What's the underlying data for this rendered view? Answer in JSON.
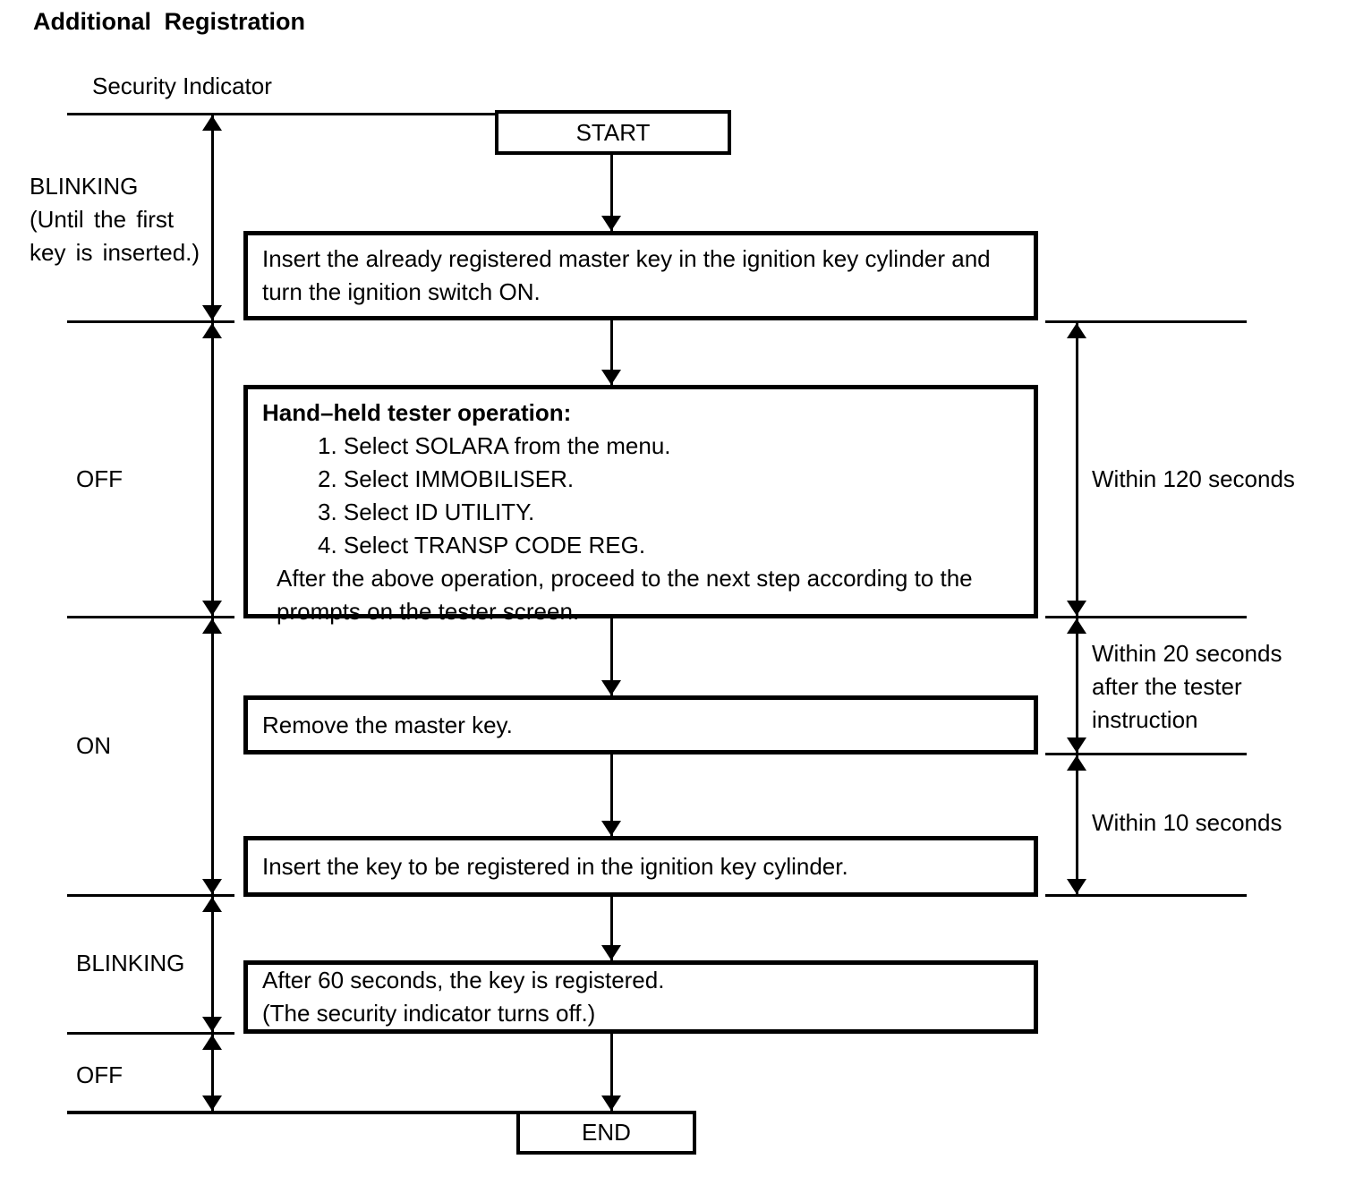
{
  "title": "Additional Registration",
  "timeline": {
    "axis_label": "Security Indicator",
    "states": [
      {
        "lines": [
          "BLINKING",
          "(Until the first",
          "key is inserted.)"
        ]
      },
      {
        "lines": [
          "OFF"
        ]
      },
      {
        "lines": [
          "ON"
        ]
      },
      {
        "lines": [
          "BLINKING"
        ]
      },
      {
        "lines": [
          "OFF"
        ]
      }
    ]
  },
  "flow": {
    "start": "START",
    "steps": [
      {
        "lines": [
          "Insert the already registered master key in the ignition key cylinder and",
          "turn the ignition switch ON."
        ]
      },
      {
        "heading": "Hand–held tester operation:",
        "items": [
          "1. Select SOLARA from the menu.",
          "2. Select IMMOBILISER.",
          "3. Select ID UTILITY.",
          "4. Select TRANSP CODE REG."
        ],
        "footer": [
          "After the above operation, proceed to the next step according to the",
          "prompts on the tester screen."
        ]
      },
      {
        "lines": [
          "Remove the master key."
        ]
      },
      {
        "lines": [
          "Insert the key to be registered in the ignition key cylinder."
        ]
      },
      {
        "lines": [
          "After 60 seconds, the key is registered.",
          "(The security indicator turns off.)"
        ]
      }
    ],
    "end": "END"
  },
  "timings": [
    {
      "lines": [
        "Within 120 seconds"
      ]
    },
    {
      "lines": [
        "Within 20 seconds",
        "after the tester",
        "instruction"
      ]
    },
    {
      "lines": [
        "Within 10 seconds"
      ]
    }
  ],
  "colors": {
    "ink": "#000000",
    "background": "#ffffff"
  }
}
